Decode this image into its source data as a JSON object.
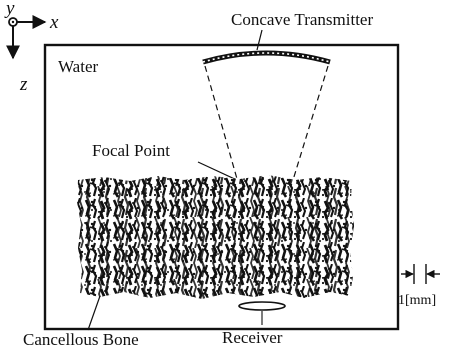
{
  "axes": {
    "origin_label": "y",
    "x_label": "x",
    "z_label": "z"
  },
  "labels": {
    "medium": "Water",
    "transmitter": "Concave Transmitter",
    "focal_point": "Focal Point",
    "bone": "Cancellous Bone",
    "receiver": "Receiver",
    "scale": "1[mm]"
  },
  "colors": {
    "ink": "#111111",
    "paper": "#ffffff"
  }
}
